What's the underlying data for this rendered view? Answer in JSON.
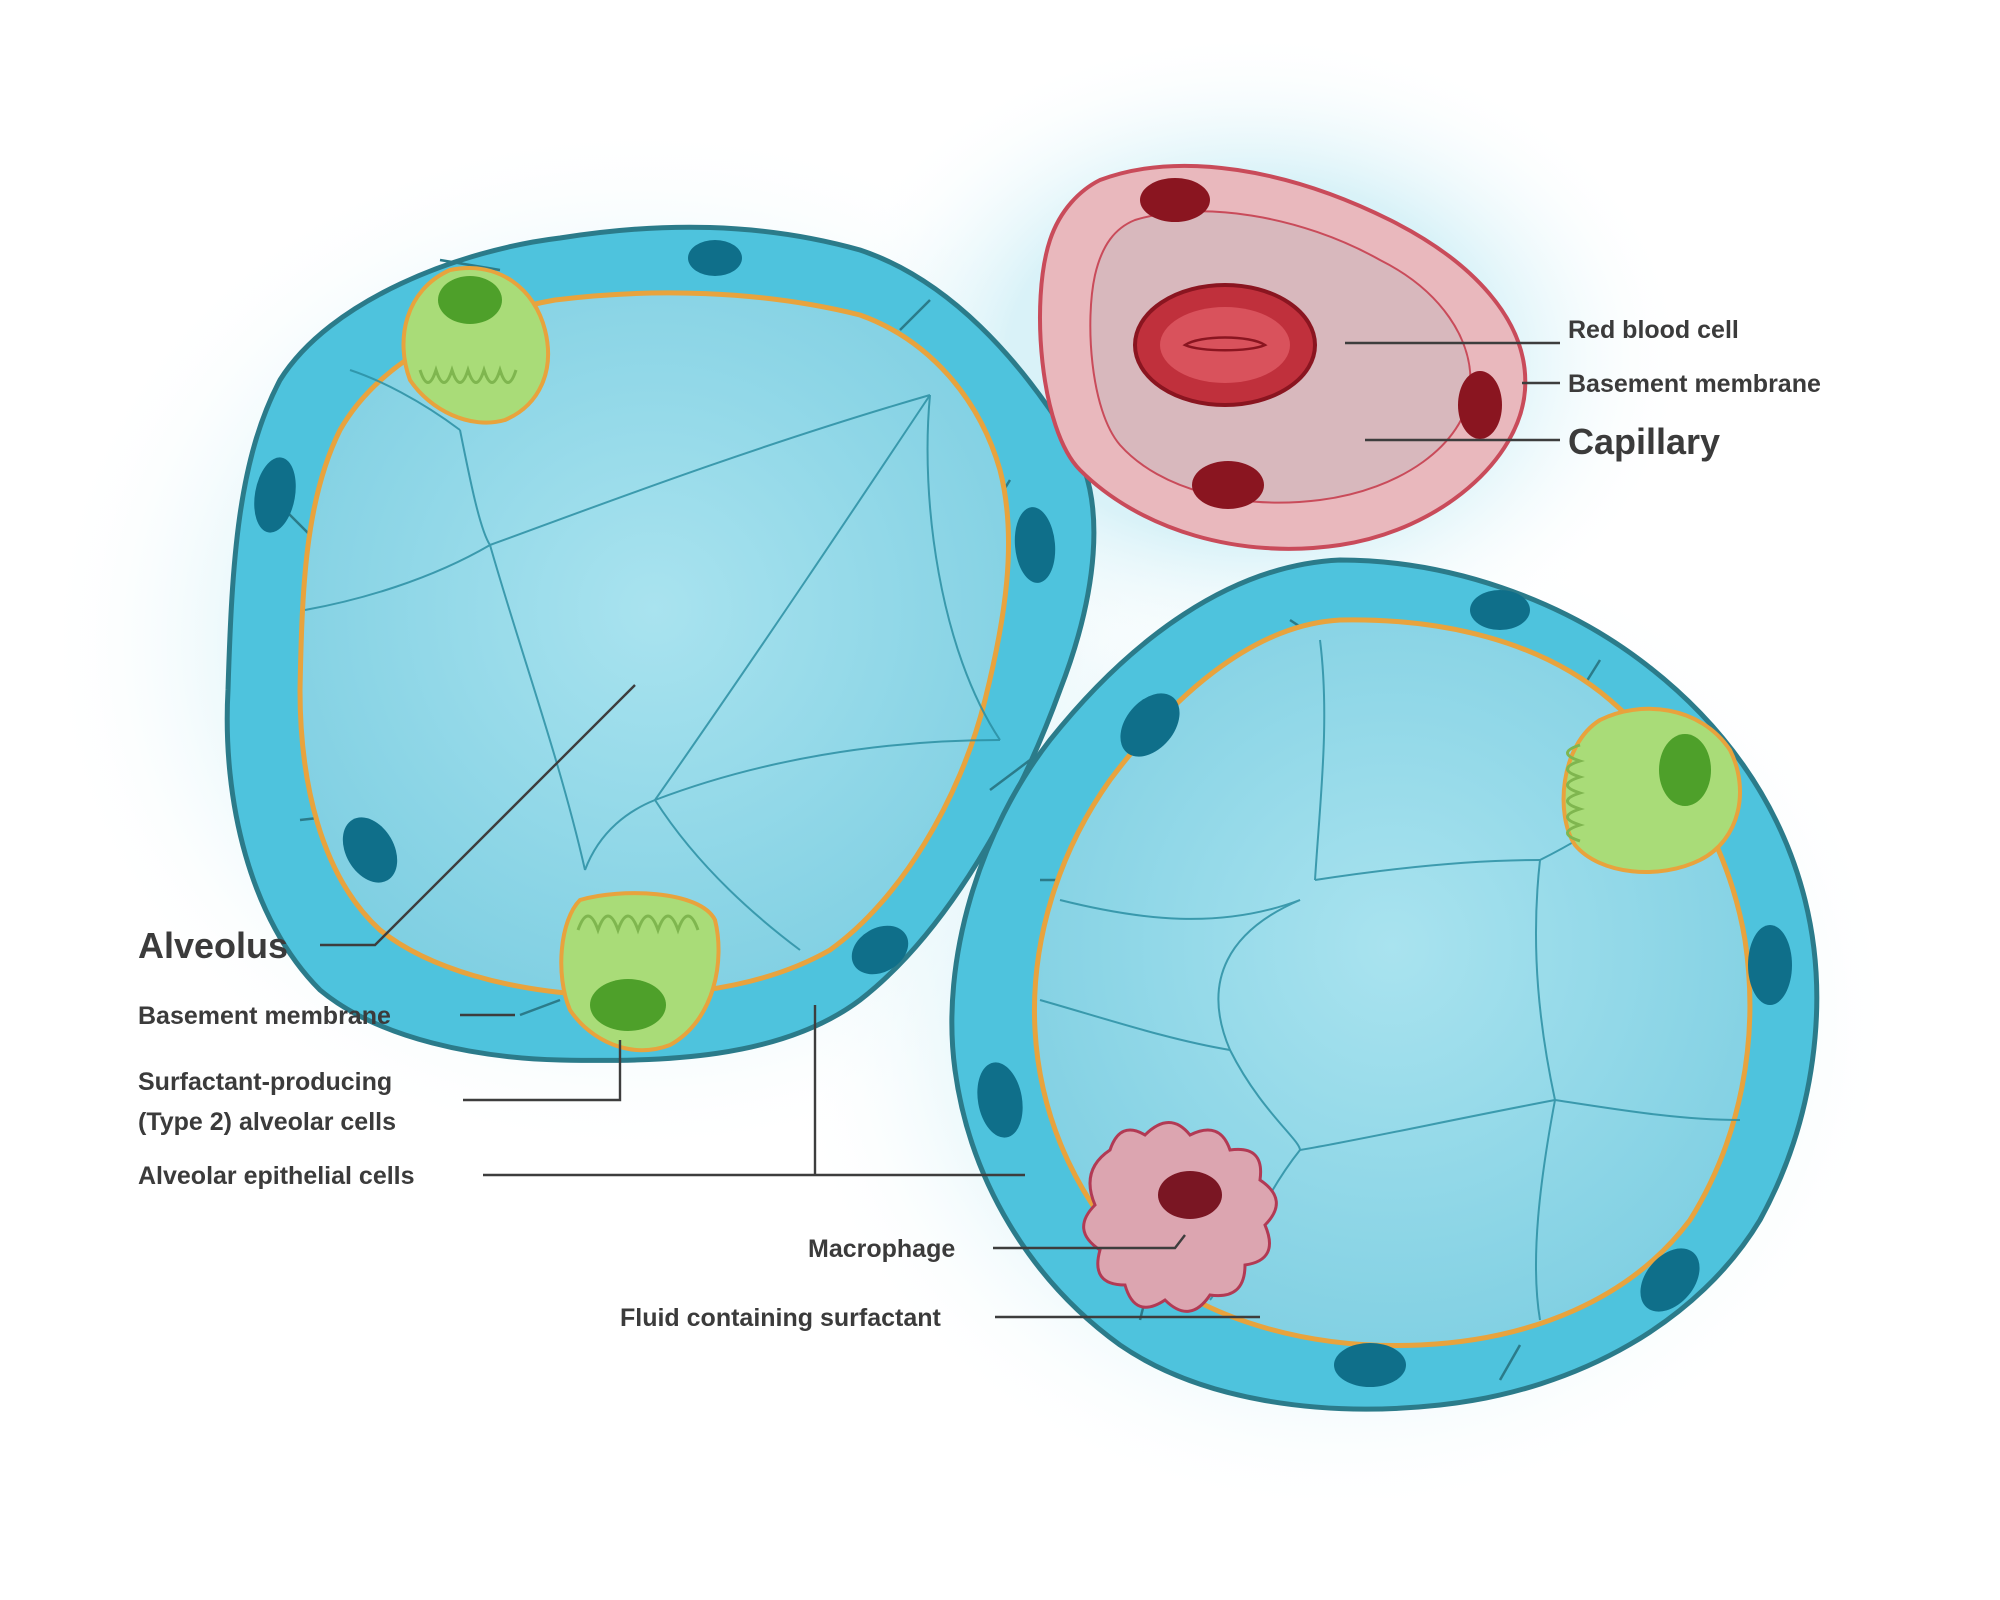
{
  "labels": {
    "alveolus": "Alveolus",
    "basement_membrane_left": "Basement membrane",
    "type2_line1": "Surfactant-producing",
    "type2_line2": "(Type 2) alveolar cells",
    "epithelial": "Alveolar epithelial cells",
    "macrophage": "Macrophage",
    "fluid": "Fluid containing surfactant",
    "red_blood_cell": "Red blood cell",
    "basement_membrane_right": "Basement membrane",
    "capillary": "Capillary"
  },
  "colors": {
    "background": "#ffffff",
    "halo": "#dff4f9",
    "alveolus_wall": "#4ec3dd",
    "alveolus_outline": "#2b7b8a",
    "alveolus_interior": "#93dbea",
    "epithelial_nucleus": "#0f6f8a",
    "surfactant_line": "#e8a33d",
    "type2_cell": "#a9dc78",
    "type2_nucleus": "#4ea02a",
    "capillary_outer": "#c94b5a",
    "capillary_inner": "#e2a4aa",
    "capillary_lumen": "#d8b8bd",
    "red_blood_cell": "#c0303c",
    "endothelial_nucleus": "#8a1520",
    "macrophage": "#dca5b0",
    "macrophage_nucleus": "#7a1623",
    "label_text": "#3b3b3b"
  }
}
